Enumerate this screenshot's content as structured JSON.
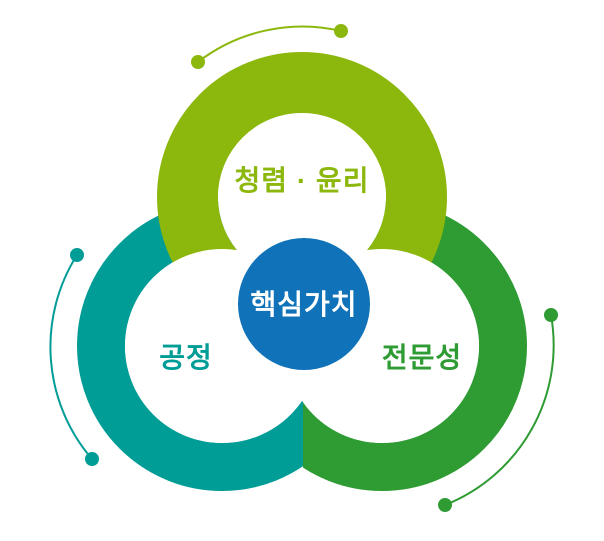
{
  "background": "#ffffff",
  "diagram": {
    "name": "core-values-trefoil",
    "center": {
      "label": "핵심가치",
      "bg_color": "#1072b8",
      "text_color": "#ffffff"
    },
    "rings": [
      {
        "position": "top",
        "label": "청렴 · 윤리",
        "color": "#8cb70c"
      },
      {
        "position": "bottom-left",
        "label": "공정",
        "color": "#009c96"
      },
      {
        "position": "bottom-right",
        "label": "전문성",
        "color": "#2e9b33"
      }
    ]
  }
}
